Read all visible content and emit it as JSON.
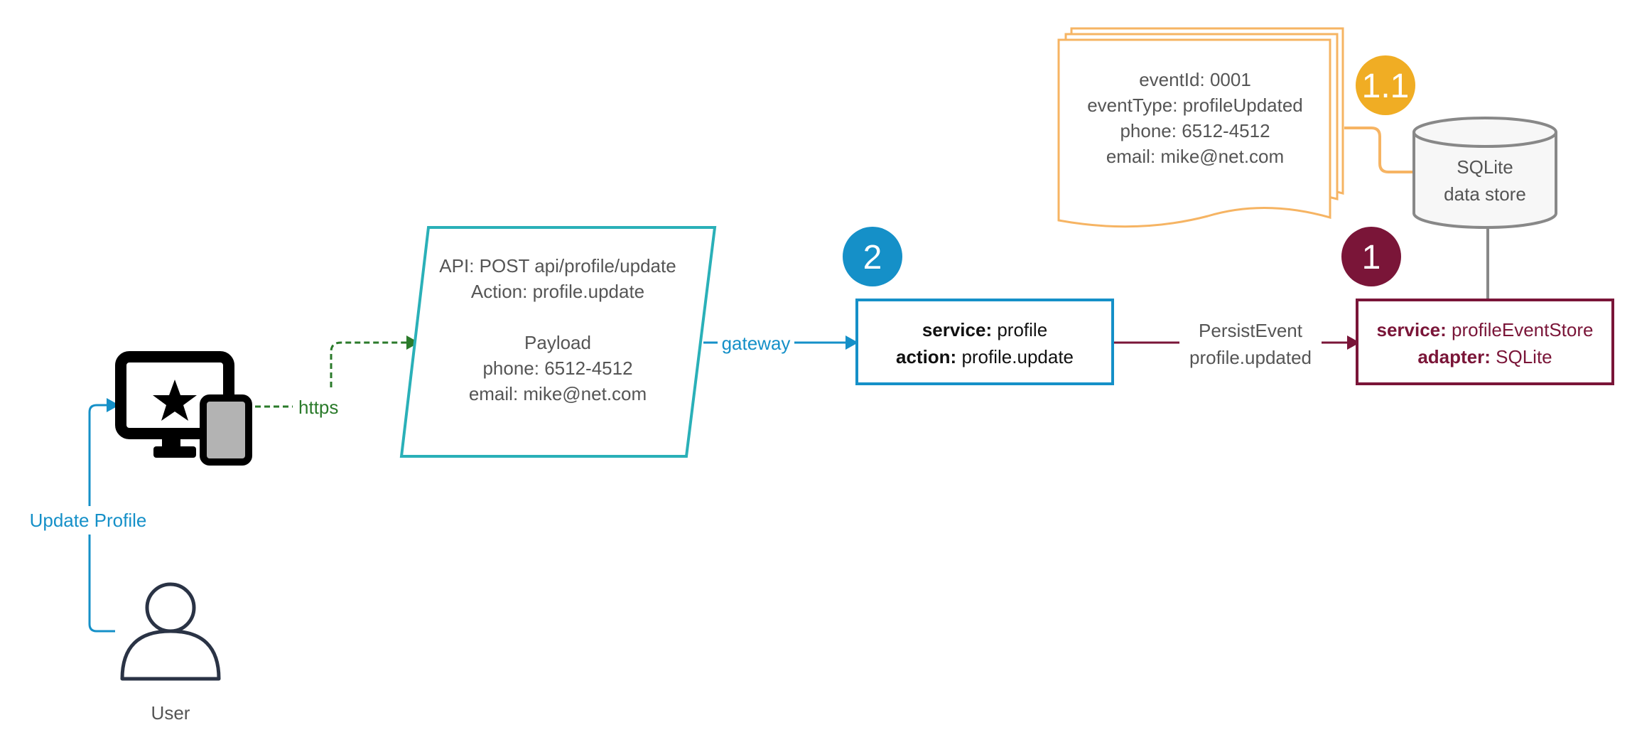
{
  "diagram": {
    "user_label": "User",
    "update_profile_label": "Update Profile",
    "https_label": "https",
    "gateway_label": "gateway",
    "api_box": {
      "line1": "API: POST api/profile/update",
      "line2": "Action: profile.update",
      "line3": "Payload",
      "line4": "phone: 6512-4512",
      "line5": "email: mike@net.com"
    },
    "service_box": {
      "k1": "service:",
      "v1": " profile",
      "k2": "action:",
      "v2": " profile.update"
    },
    "persist_label": {
      "line1": "PersistEvent",
      "line2": "profile.updated"
    },
    "store_box": {
      "k1": "service:",
      "v1": " profileEventStore",
      "k2": "adapter:",
      "v2": " SQLite"
    },
    "event_doc": {
      "line1": "eventId: 0001",
      "line2": "eventType: profileUpdated",
      "line3": "phone: 6512-4512",
      "line4": "email: mike@net.com"
    },
    "database": {
      "line1": "SQLite",
      "line2": "data store"
    },
    "badges": {
      "b1": "1",
      "b2": "2",
      "b11": "1.1"
    },
    "colors": {
      "teal": "#2ab0b8",
      "blue": "#1590c8",
      "maroon": "#7a1538",
      "orange": "#f6b463",
      "gold": "#f0ad24",
      "green": "#2a7a2a",
      "grey": "#888888",
      "navy": "#2a3345"
    },
    "icons": [
      "monitor-star-icon",
      "phone-icon",
      "user-icon",
      "database-icon",
      "document-stack-icon"
    ]
  }
}
